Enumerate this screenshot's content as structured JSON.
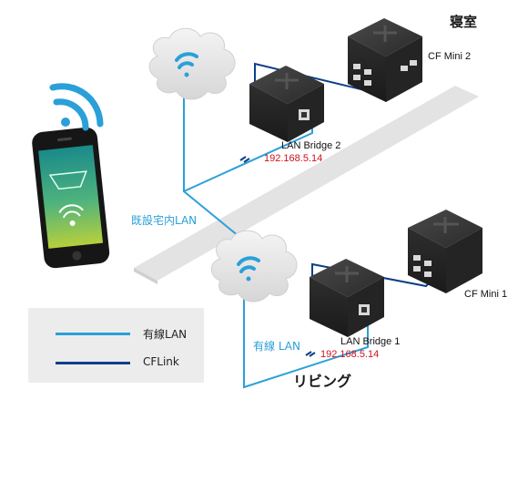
{
  "rooms": {
    "bedroom": "寝室",
    "living": "リビング"
  },
  "devices": {
    "cf_mini_2": "CF Mini 2",
    "cf_mini_1": "CF Mini 1",
    "lan_bridge_2": {
      "name": "LAN Bridge 2",
      "ip": "192.168.5.14"
    },
    "lan_bridge_1": {
      "name": "LAN Bridge 1",
      "ip": "192.168.5.14"
    }
  },
  "network_labels": {
    "existing_lan": "既設宅内LAN",
    "wired_lan": "有線 LAN"
  },
  "legend": [
    {
      "label": "有線LAN",
      "color": "#2aa0d8"
    },
    {
      "label": "CFLink",
      "color": "#0b3f8a"
    }
  ],
  "colors": {
    "wired_lan": "#2aa0d8",
    "cflink": "#0b3f8a",
    "ip_text": "#d0101a",
    "device_body": "#2c2c2c",
    "floor_divider": "#e2e2e2"
  },
  "icons": [
    "wifi-icon",
    "cloud-icon",
    "smartphone-icon",
    "network-port-icon"
  ]
}
